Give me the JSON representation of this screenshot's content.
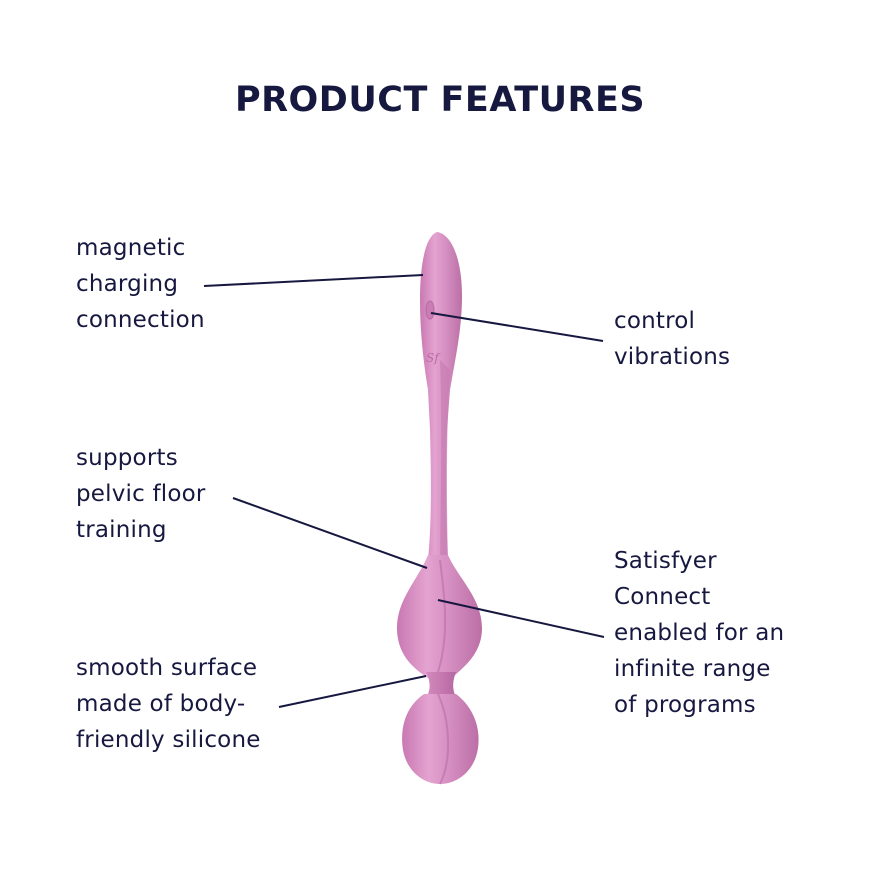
{
  "title": "PRODUCT FEATURES",
  "colors": {
    "text": "#16183f",
    "leader_line": "#16183f",
    "product_pink": "#d98fc3",
    "product_highlight": "#eab2d8",
    "product_shadow": "#b86aa2",
    "background": "#ffffff"
  },
  "features": {
    "magnetic_charging": {
      "lines": [
        "magnetic",
        "charging",
        "connection"
      ]
    },
    "control_vibrations": {
      "lines": [
        "control",
        "vibrations"
      ]
    },
    "pelvic_floor": {
      "lines": [
        "supports",
        "pelvic floor",
        "training"
      ]
    },
    "satisfyer_connect": {
      "lines": [
        "Satisfyer",
        "Connect",
        "enabled for an",
        "infinite range",
        "of programs"
      ]
    },
    "smooth_surface": {
      "lines": [
        "smooth surface",
        "made of body-",
        "friendly silicone"
      ]
    }
  },
  "product": {
    "logo_mark": "Sf"
  }
}
